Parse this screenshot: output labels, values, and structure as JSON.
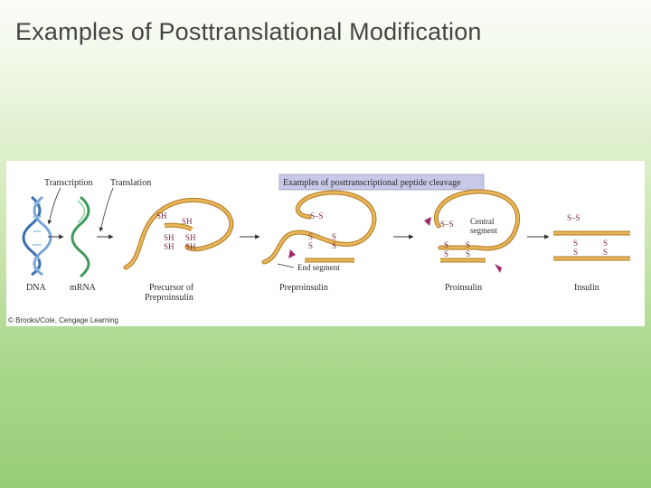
{
  "slide": {
    "title": "Examples of Posttranslational Modification"
  },
  "figure": {
    "banner": "Examples of posttranscriptional peptide cleavage",
    "process_labels": {
      "transcription": "Transcription",
      "translation": "Translation"
    },
    "stages": {
      "dna": "DNA",
      "mrna": "mRNA",
      "precursor_line1": "Precursor of",
      "precursor_line2": "Preproinsulin",
      "preproinsulin": "Preproinsulin",
      "proinsulin": "Proinsulin",
      "insulin": "Insulin"
    },
    "annotations": {
      "end_segment": "End segment",
      "central_segment_line1": "Central",
      "central_segment_line2": "segment"
    },
    "chemistry": {
      "sulfhydryl": "SH",
      "sulfur": "S",
      "disulfide": "S–S"
    },
    "credit": "© Brooks/Cole, Cengage Learning",
    "colors": {
      "peptide": "#e0a84a",
      "peptide_outline": "#b07a22",
      "dna_blue": "#3a6fb0",
      "mrna_green": "#3e9a5a",
      "banner_bg": "#c8c8e8",
      "arrow_head": "#a0286a"
    }
  }
}
